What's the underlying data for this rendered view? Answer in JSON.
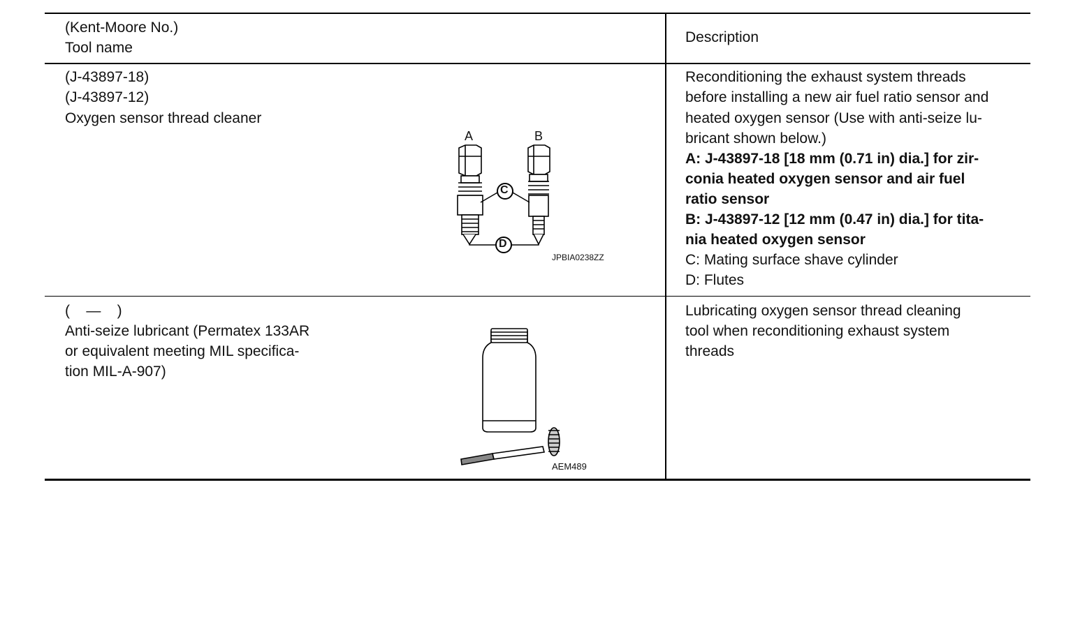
{
  "header": {
    "tool_col_line1": "(Kent-Moore No.)",
    "tool_col_line2": "Tool name",
    "desc_col": "Description"
  },
  "rows": [
    {
      "tool_numbers": [
        "(J-43897-18)",
        "(J-43897-12)"
      ],
      "tool_name": "Oxygen sensor thread cleaner",
      "figure": {
        "label_a": "A",
        "label_b": "B",
        "label_c": "C",
        "label_d": "D",
        "code": "JPBIA0238ZZ",
        "icon": "oxygen-sensor-thread-cleaner-illustration"
      },
      "description": {
        "intro_lines": [
          "Reconditioning the exhaust system threads",
          "before installing a new air fuel ratio sensor and",
          "heated oxygen sensor (Use with anti-seize lu-",
          "bricant shown below.)"
        ],
        "bold_lines": [
          "A: J-43897-18 [18 mm (0.71 in) dia.] for zir-",
          "conia heated oxygen sensor and air fuel",
          "ratio sensor",
          "B: J-43897-12 [12 mm (0.47 in) dia.] for tita-",
          "nia heated oxygen sensor"
        ],
        "note_lines": [
          "C: Mating surface shave cylinder",
          "D: Flutes"
        ]
      }
    },
    {
      "tool_numbers": [
        "(    —    )"
      ],
      "tool_name_lines": [
        "Anti-seize lubricant (Permatex 133AR",
        "or equivalent meeting MIL specifica-",
        "tion MIL-A-907)"
      ],
      "figure": {
        "code": "AEM489",
        "icon": "lubricant-bottle-and-brush-illustration"
      },
      "description": {
        "lines": [
          "Lubricating oxygen sensor thread cleaning",
          "tool when reconditioning exhaust system",
          "threads"
        ]
      }
    }
  ]
}
